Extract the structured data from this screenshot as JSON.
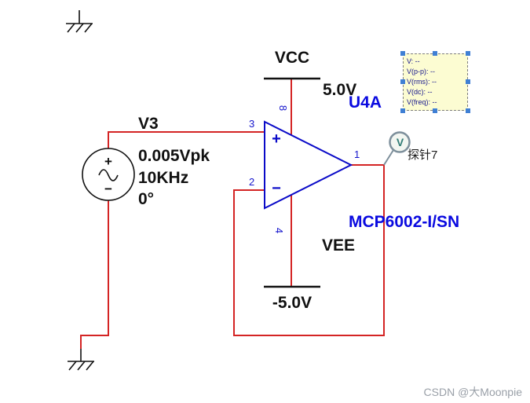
{
  "colors": {
    "wire": "#d42424",
    "component_blue": "#0a0ac8",
    "label_blue": "#0a0ae0",
    "pin_blue": "#1414cc",
    "probe_teal": "#2f7b74",
    "info_bg": "#fcfcd2",
    "info_text": "#14148c",
    "handle_blue": "#3f7fd4"
  },
  "source": {
    "refdes": "V3",
    "amplitude": "0.005Vpk",
    "frequency": "10KHz",
    "phase": "0°",
    "plus": "+",
    "minus": "−"
  },
  "opamp": {
    "refdes": "U4A",
    "part": "MCP6002-I/SN",
    "plus": "+",
    "minus": "−",
    "pin_noninv": "3",
    "pin_inv": "2",
    "pin_out": "1",
    "pin_vplus": "8",
    "pin_vminus": "4"
  },
  "power": {
    "vcc_label": "VCC",
    "vcc_value": "5.0V",
    "vee_label": "VEE",
    "vee_value": "-5.0V"
  },
  "probe": {
    "symbol": "V",
    "label": "探针7",
    "readings": [
      "V: --",
      "V(p-p): --",
      "V(rms): --",
      "V(dc): --",
      "V(freq): --"
    ]
  },
  "watermark": "CSDN @大Moonpie"
}
